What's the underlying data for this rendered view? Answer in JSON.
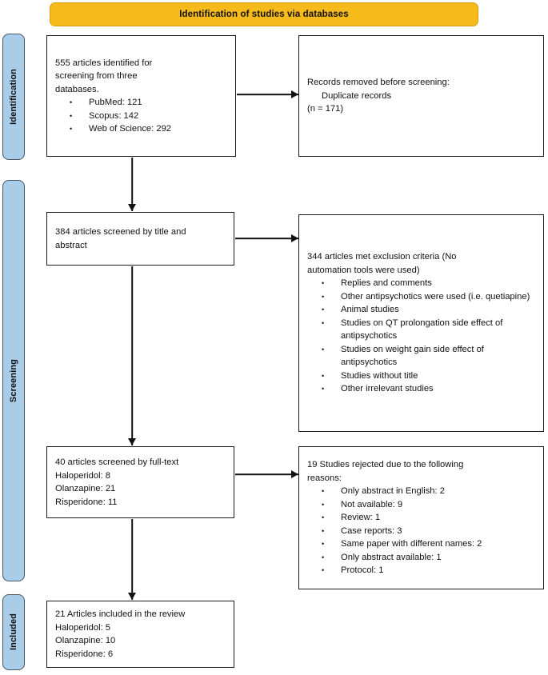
{
  "banner": {
    "label": "Identification of studies via databases"
  },
  "stages": [
    {
      "name": "identification",
      "label": "Identification"
    },
    {
      "name": "screening",
      "label": "Screening"
    },
    {
      "name": "included",
      "label": "Included"
    }
  ],
  "boxes": {
    "identified": {
      "lines": [
        "555 articles identified for",
        "screening from three",
        "databases."
      ],
      "bullets": [
        "PubMed: 121",
        "Scopus: 142",
        "Web of Science: 292"
      ]
    },
    "removed": {
      "lines": [
        "Records removed before screening:"
      ],
      "indented": [
        "Duplicate records"
      ],
      "tail": [
        "(n = 171)"
      ]
    },
    "screened": {
      "lines": [
        "384 articles screened by title and",
        "abstract"
      ]
    },
    "excluded": {
      "lines": [
        "344 articles met exclusion criteria (No",
        "automation tools were used)"
      ],
      "bullets": [
        "Replies and comments",
        "Other antipsychotics were used (i.e. quetiapine)",
        "Animal studies",
        "Studies on QT prolongation side effect of antipsychotics",
        "Studies on weight gain side effect of antipsychotics",
        "Studies without title",
        "Other irrelevant studies"
      ]
    },
    "fulltext": {
      "lines": [
        "40 articles screened by full-text",
        "Haloperidol: 8",
        "Olanzapine: 21",
        "Risperidone: 11"
      ]
    },
    "rejected": {
      "lines": [
        "19 Studies rejected due to the following",
        "reasons:"
      ],
      "bullets": [
        "Only abstract in English: 2",
        "Not available: 9",
        "Review: 1",
        "Case reports: 3",
        "Same paper with different names: 2",
        "Only abstract available: 1",
        "Protocol: 1"
      ]
    },
    "included": {
      "lines": [
        "21 Articles included in the review",
        "Haloperidol: 5",
        "Olanzapine: 10",
        "Risperidone: 6"
      ]
    }
  },
  "flow_data": {
    "type": "prisma-flow",
    "identified_total": 555,
    "sources": {
      "PubMed": 121,
      "Scopus": 142,
      "Web of Science": 292
    },
    "duplicates_removed": 171,
    "screened_title_abstract": 384,
    "excluded_title_abstract": 344,
    "fulltext_screened": 40,
    "fulltext_by_drug": {
      "Haloperidol": 8,
      "Olanzapine": 21,
      "Risperidone": 11
    },
    "fulltext_rejected": 19,
    "rejection_reasons": {
      "Only abstract in English": 2,
      "Not available": 9,
      "Review": 1,
      "Case reports": 3,
      "Same paper with different names": 2,
      "Only abstract available": 1,
      "Protocol": 1
    },
    "included_total": 21,
    "included_by_drug": {
      "Haloperidol": 5,
      "Olanzapine": 10,
      "Risperidone": 6
    }
  },
  "colors": {
    "banner": "#F6BA1A",
    "stage": "#A9CCE8",
    "box_border": "#1b1b1b",
    "text": "#111111"
  }
}
